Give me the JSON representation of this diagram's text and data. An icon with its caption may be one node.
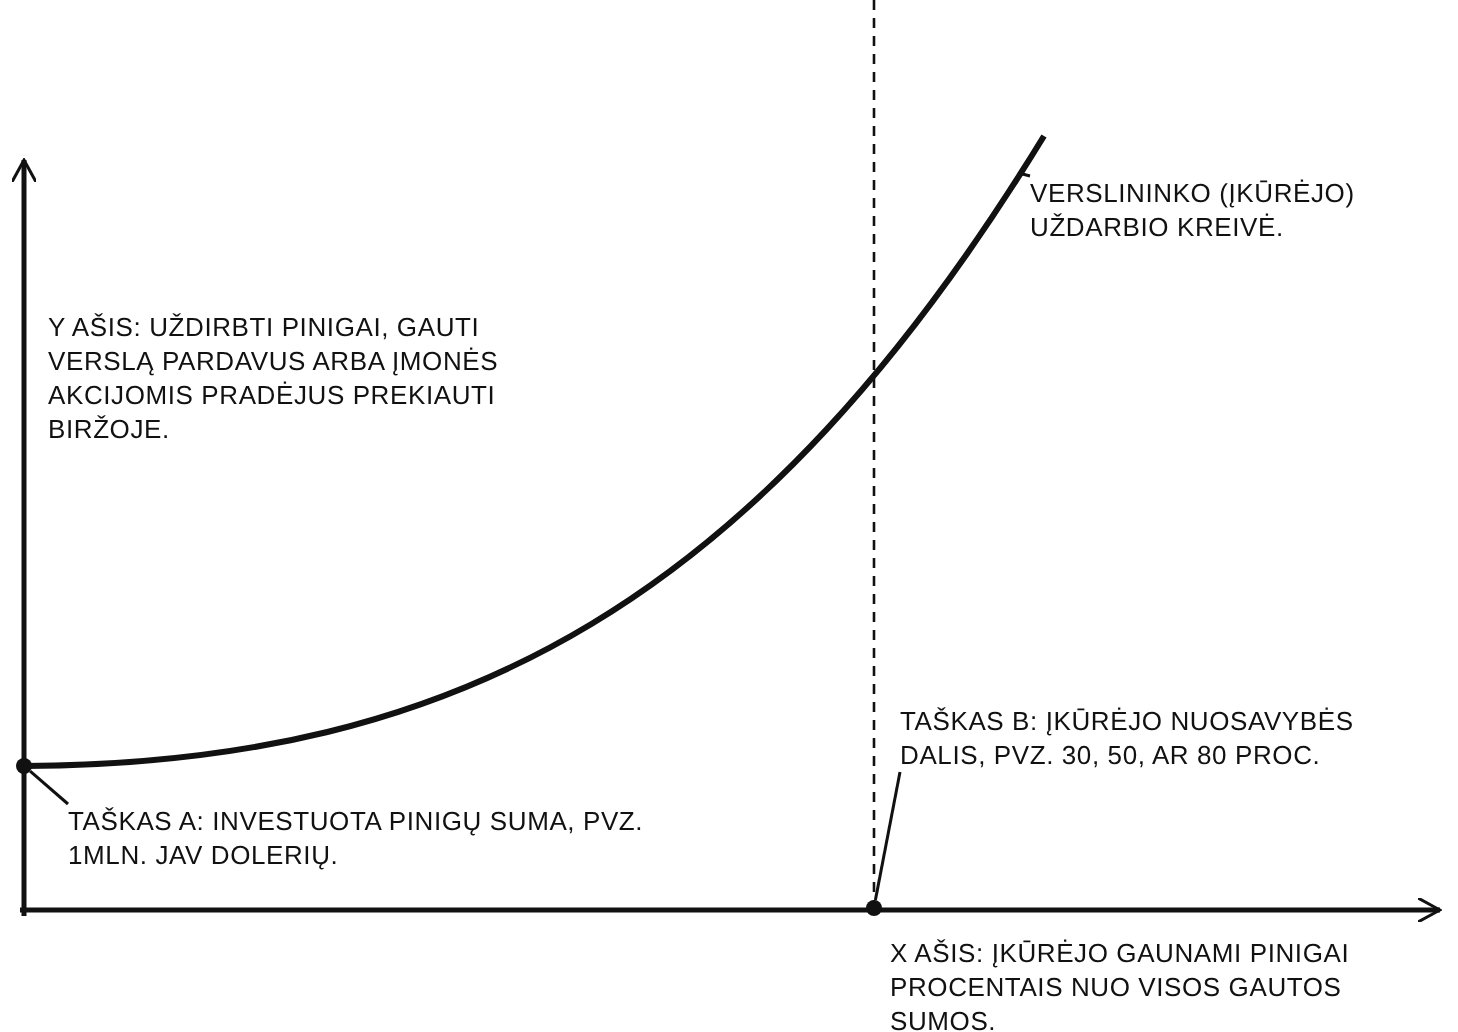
{
  "diagram": {
    "nodes": [
      {
        "text": [
          "VERSLININKO (ĮKŪRĖJO) UŽDARBIO KREIVĖ."
        ]
      },
      {
        "text": [],
        "shape": "curve"
      },
      {
        "text": [
          "TAŠKAS A: INVESTUOTA PINIGŲ SUMA, PVZ. 1MLN. JAV DOLERIŲ."
        ]
      },
      {
        "text": [],
        "shape": "circle"
      },
      {
        "text": [
          "TAŠKAS B: ĮKŪRĖJO NUOSAVYBĖS DALIS, PVZ. 30, 50, AR 80 PROC."
        ]
      },
      {
        "text": [],
        "shape": "circle"
      }
    ],
    "edges": [
      {
        "from": 0,
        "to": 1,
        "arrow": "none"
      },
      {
        "from": 2,
        "to": 3,
        "arrow": "none"
      },
      {
        "from": 4,
        "to": 5,
        "arrow": "none"
      }
    ],
    "labels": [
      "Y AŠIS: UŽDIRBTI PINIGAI, GAUTI VERSLĄ PARDAVUS ARBA ĮMONĖS AKCIJOMIS PRADĖJUS PREKIAUTI BIRŽOJE.",
      "X AŠIS: ĮKŪRĖJO GAUNAMI PINIGAI PROCENTAIS NUO VISOS GAUTOS SUMOS."
    ]
  }
}
